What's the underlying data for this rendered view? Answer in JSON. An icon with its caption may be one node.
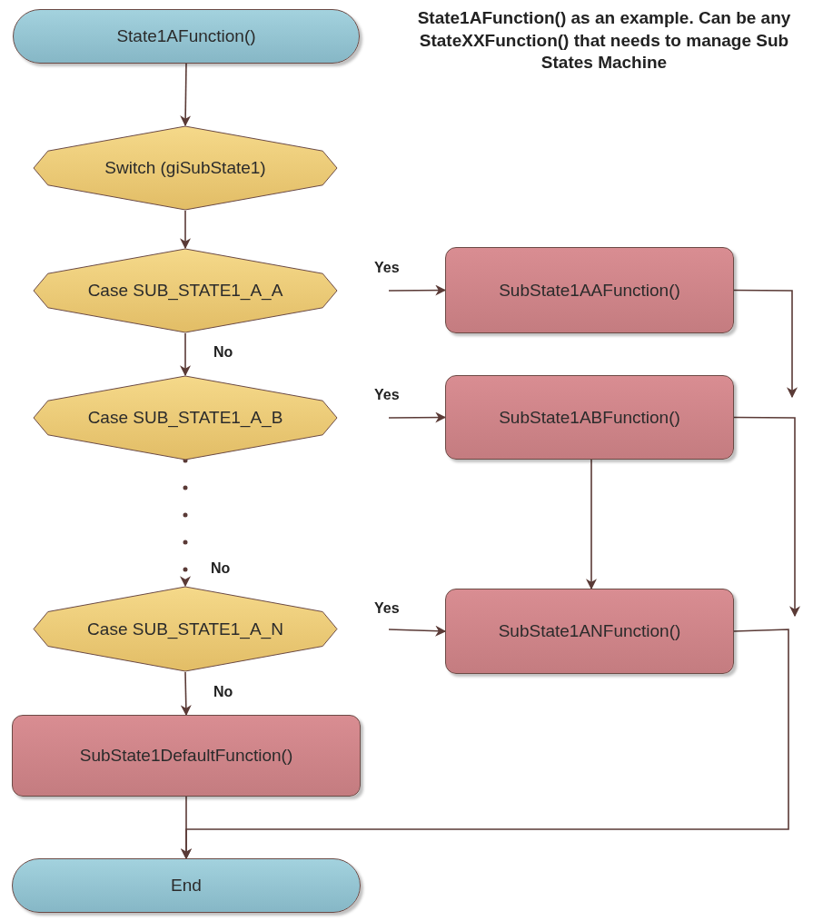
{
  "diagram": {
    "nodes": [
      {
        "text": [
          "State1AFunction()"
        ]
      },
      {
        "text": [
          "Switch (giSubState1)"
        ]
      },
      {
        "text": [
          "Case SUB_STATE1_A_A"
        ]
      },
      {
        "text": [
          "Case SUB_STATE1_A_B"
        ]
      },
      {
        "text": [
          "Case SUB_STATE1_A_N"
        ]
      },
      {
        "text": [
          "SubState1DefaultFunction()"
        ]
      },
      {
        "text": [
          "End"
        ]
      },
      {
        "text": [
          "SubState1AAFunction()"
        ]
      },
      {
        "text": [
          "SubState1ABFunction()"
        ]
      },
      {
        "text": [
          "SubState1ANFunction()"
        ]
      }
    ],
    "edges": [
      {
        "from": 0,
        "to": 1,
        "arrow": "to"
      },
      {
        "from": 1,
        "to": 2,
        "arrow": "to"
      },
      {
        "from": 2,
        "to": 3,
        "arrow": "to",
        "label": "No"
      },
      {
        "from": 3,
        "to": 4,
        "arrow": "to",
        "label": "No",
        "style": "dashed"
      },
      {
        "from": 4,
        "to": 5,
        "arrow": "to",
        "label": "No"
      },
      {
        "from": 5,
        "to": 6,
        "arrow": "to"
      },
      {
        "from": null,
        "to": 7,
        "arrow": "to",
        "label": "Yes"
      },
      {
        "from": null,
        "to": 8,
        "arrow": "to",
        "label": "Yes"
      },
      {
        "from": null,
        "to": 9,
        "arrow": "to",
        "label": "Yes"
      },
      {
        "from": 7,
        "to": null,
        "arrow": "to"
      },
      {
        "from": 8,
        "to": null,
        "arrow": "to"
      },
      {
        "from": 8,
        "to": 9,
        "arrow": "to"
      },
      {
        "from": 9,
        "to": 6,
        "arrow": "to"
      }
    ],
    "labels": [
      "State1AFunction() as an example. Can be any StateXXFunction() that needs to manage Sub States Machine"
    ]
  }
}
